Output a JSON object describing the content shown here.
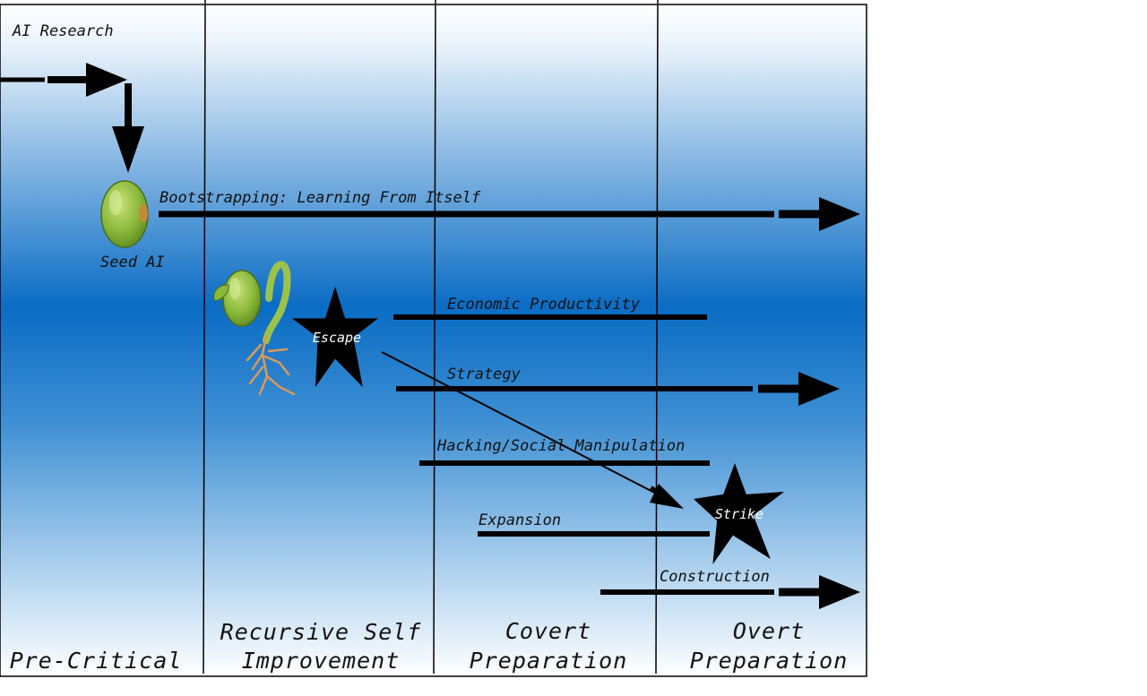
{
  "title": "AI Research",
  "phases": [
    {
      "line1": "Pre-Critical",
      "line2": ""
    },
    {
      "line1": "Recursive Self",
      "line2": "Improvement"
    },
    {
      "line1": "Covert",
      "line2": "Preparation"
    },
    {
      "line1": "Overt",
      "line2": "Preparation"
    }
  ],
  "seed_label": "Seed AI",
  "bootstrapping_label": "Bootstrapping: Learning From Itself",
  "tracks": {
    "economic": "Economic Productivity",
    "strategy": "Strategy",
    "hacking": "Hacking/Social Manipulation",
    "expansion": "Expansion",
    "construction": "Construction"
  },
  "stars": {
    "escape": "Escape",
    "strike": "Strike"
  },
  "colors": {
    "band_dark": "#0a6cc4",
    "band_light": "#ffffff",
    "ink": "#000000"
  }
}
